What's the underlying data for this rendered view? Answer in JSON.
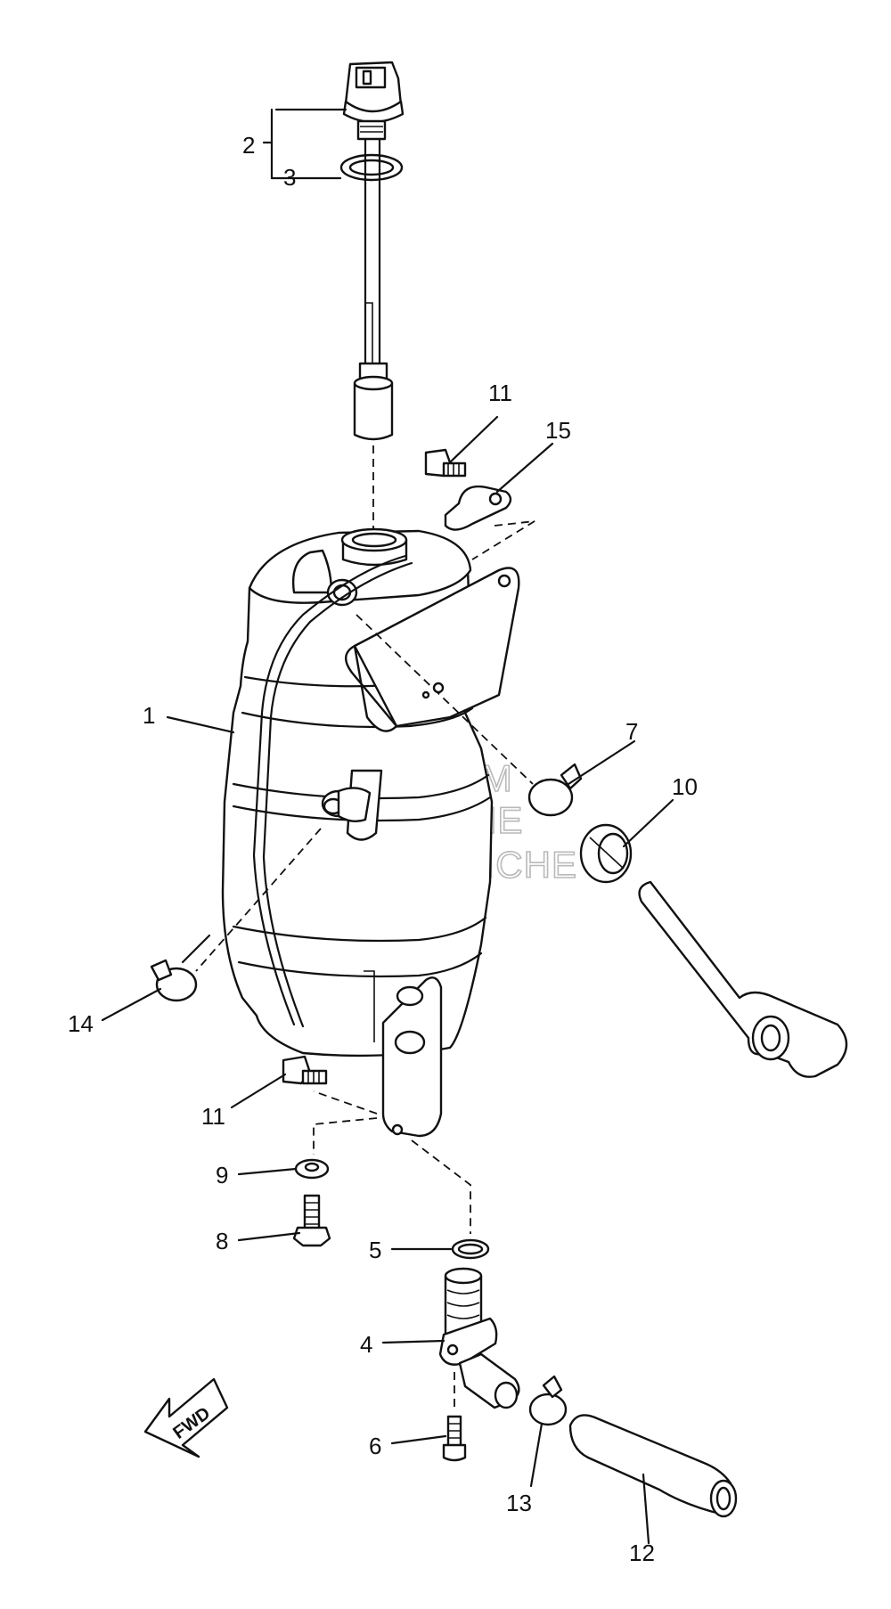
{
  "watermark": {
    "line1": "HLSM",
    "line2": "ONLINE",
    "line3": "MICROFICHE"
  },
  "direction_arrow": {
    "label": "FWD",
    "icon": "fwd-arrow-icon"
  },
  "callouts": [
    {
      "id": "c1",
      "number": "1"
    },
    {
      "id": "c2",
      "number": "2"
    },
    {
      "id": "c3",
      "number": "3"
    },
    {
      "id": "c4",
      "number": "4"
    },
    {
      "id": "c5",
      "number": "5"
    },
    {
      "id": "c6",
      "number": "6"
    },
    {
      "id": "c7",
      "number": "7"
    },
    {
      "id": "c8",
      "number": "8"
    },
    {
      "id": "c9",
      "number": "9"
    },
    {
      "id": "c10",
      "number": "10"
    },
    {
      "id": "c11a",
      "number": "11"
    },
    {
      "id": "c11b",
      "number": "11"
    },
    {
      "id": "c12",
      "number": "12"
    },
    {
      "id": "c13",
      "number": "13"
    },
    {
      "id": "c14",
      "number": "14"
    },
    {
      "id": "c15",
      "number": "15"
    }
  ]
}
